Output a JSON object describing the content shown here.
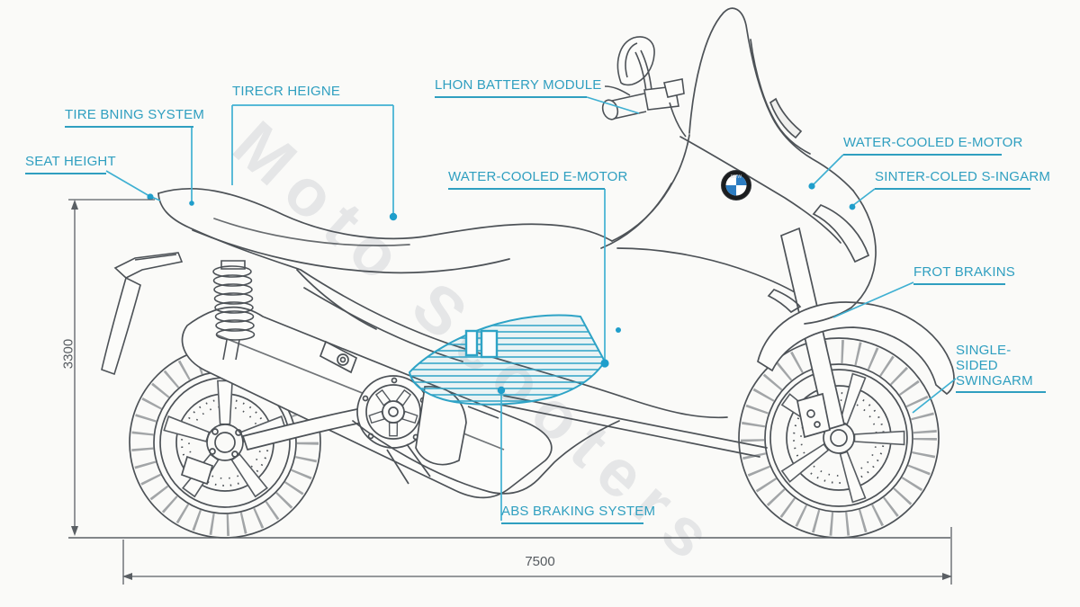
{
  "brand": {
    "logo": "BMW"
  },
  "watermark": {
    "text": "Moto Scooters"
  },
  "labels": [
    {
      "id": "tire-bning-system",
      "text": "TIRE BNING SYSTEM"
    },
    {
      "id": "seat-height",
      "text": "SEAT HEIGHT"
    },
    {
      "id": "tirecr-heigne",
      "text": "TIRECR HEIGNE"
    },
    {
      "id": "lhon-battery-module",
      "text": "LHON BATTERY MODULE"
    },
    {
      "id": "water-cooled-e-motor-center",
      "text": "WATER-COOLED E-MOTOR"
    },
    {
      "id": "water-cooled-e-motor-right",
      "text": "WATER-COOLED E-MOTOR"
    },
    {
      "id": "sinter-coled-s-ingarm",
      "text": "SINTER-COLED S-INGARM"
    },
    {
      "id": "frot-brakins",
      "text": "FROT BRAKINS"
    },
    {
      "id": "single-sided-swingarm",
      "text": "SINGLE-SIDED",
      "text2": "SWINGARM"
    },
    {
      "id": "abs-braking-system",
      "text": "ABS BRAKING SYSTEM"
    }
  ],
  "dimensions": {
    "overall_length": "7500",
    "overall_height": "3300"
  },
  "colors": {
    "annotation": "#2f9fc0",
    "leader": "#3fb0d2",
    "linework": "#4d5257",
    "dimension": "#5a5f64",
    "battery_blue": "#2ea3c6",
    "logo_blue": "#2d7dc2",
    "background": "#fafaf8"
  }
}
